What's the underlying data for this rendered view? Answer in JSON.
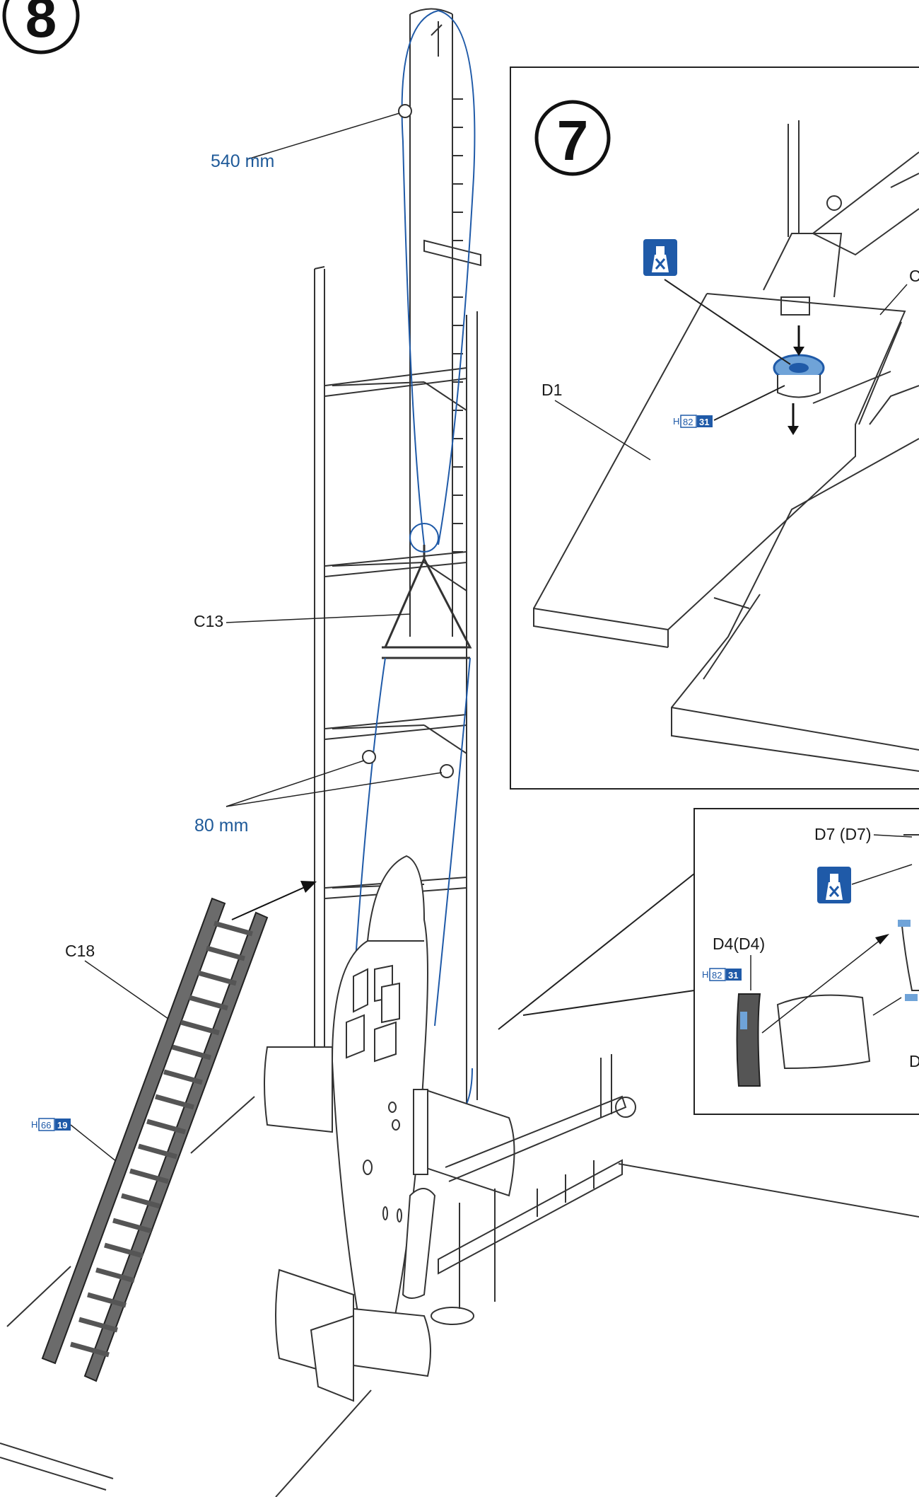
{
  "steps": {
    "main": "8",
    "inset": "7"
  },
  "measurements": {
    "rope_long": "540 mm",
    "rope_short": "80 mm"
  },
  "parts": {
    "c13": "C13",
    "c18": "C18",
    "d1": "D1",
    "d7": "D7 (D7)",
    "d4": "D4(D4)",
    "c_partial": "C",
    "d_partial": "D"
  },
  "paint_codes": [
    {
      "prefix": "H",
      "code_a": "82",
      "code_b": "31"
    },
    {
      "prefix": "H",
      "code_a": "66",
      "code_b": "19"
    },
    {
      "prefix": "H",
      "code_a": "82",
      "code_b": "31"
    }
  ],
  "icons": {
    "glue": "cement-glue-icon"
  },
  "colors": {
    "ink": "#1a1a1a",
    "blue": "#1f5aa8",
    "label_blue": "#1f5a99",
    "ladder": "#6b6b6b"
  }
}
